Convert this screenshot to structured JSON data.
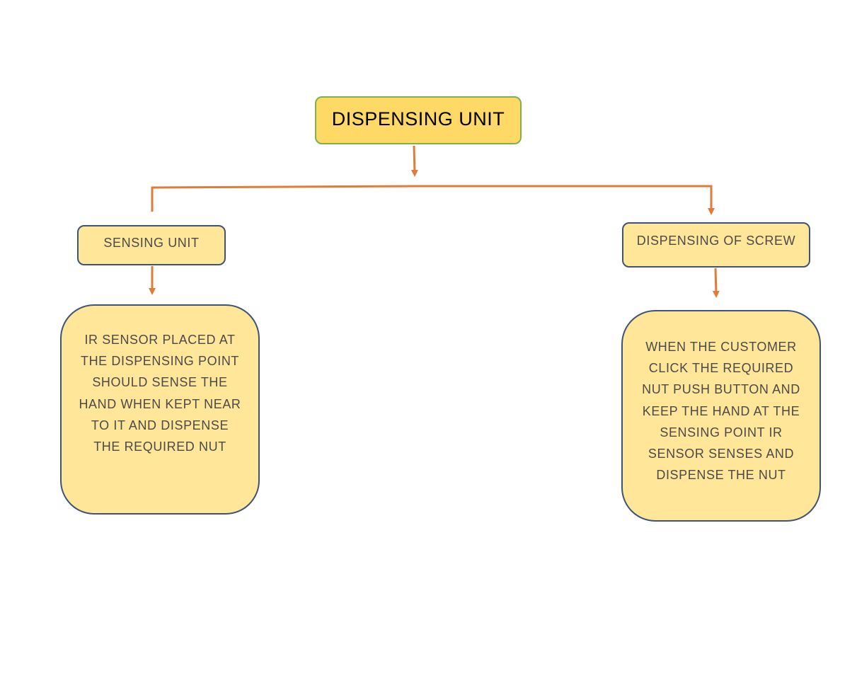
{
  "colors": {
    "root_fill": "#ffd966",
    "box_fill": "#ffe699",
    "root_border": "#7fb04a",
    "box_border": "#3e5477",
    "connector": "#e07b39"
  },
  "nodes": {
    "root": {
      "label": "DISPENSING UNIT"
    },
    "sensing_unit": {
      "label": "SENSING UNIT"
    },
    "dispensing_of_screw": {
      "label": "DISPENSING OF SCREW"
    },
    "sensing_description": {
      "label": "IR SENSOR PLACED AT THE DISPENSING POINT SHOULD SENSE THE HAND WHEN KEPT NEAR TO IT AND DISPENSE THE REQUIRED NUT"
    },
    "dispensing_description": {
      "label": "WHEN THE CUSTOMER CLICK THE REQUIRED NUT PUSH BUTTON AND KEEP THE HAND AT THE SENSING POINT IR SENSOR SENSES AND DISPENSE THE NUT"
    }
  },
  "edges": [
    {
      "from": "root",
      "to": "sensing_unit"
    },
    {
      "from": "root",
      "to": "dispensing_of_screw"
    },
    {
      "from": "sensing_unit",
      "to": "sensing_description"
    },
    {
      "from": "dispensing_of_screw",
      "to": "dispensing_description"
    }
  ]
}
